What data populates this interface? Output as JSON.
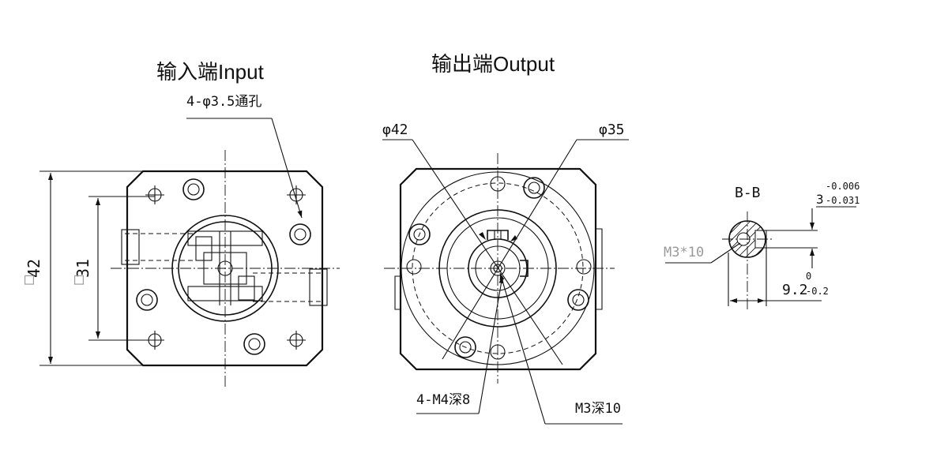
{
  "input_view": {
    "title": "输入端Input",
    "hole_note": "4-φ3.5通孔",
    "dim_outer_symbol": "□",
    "dim_outer_value": "42",
    "dim_inner_symbol": "□",
    "dim_inner_value": "31"
  },
  "output_view": {
    "title": "输出端Output",
    "dia_outer": "φ42",
    "dia_inner": "φ35",
    "tapped_holes_note": "4-M4深8",
    "center_tap_note": "M3深10"
  },
  "section_view": {
    "title": "B-B",
    "thread_note": "M3*10",
    "key_width_value": "3",
    "key_width_tol_upper": "-0.006",
    "key_width_tol_lower": "-0.031",
    "depth_value": "9.2",
    "depth_tol_upper": "0",
    "depth_tol_lower": "-0.2"
  },
  "colors": {
    "line": "#111111",
    "muted_text": "#9a9a9a",
    "background": "#ffffff"
  }
}
